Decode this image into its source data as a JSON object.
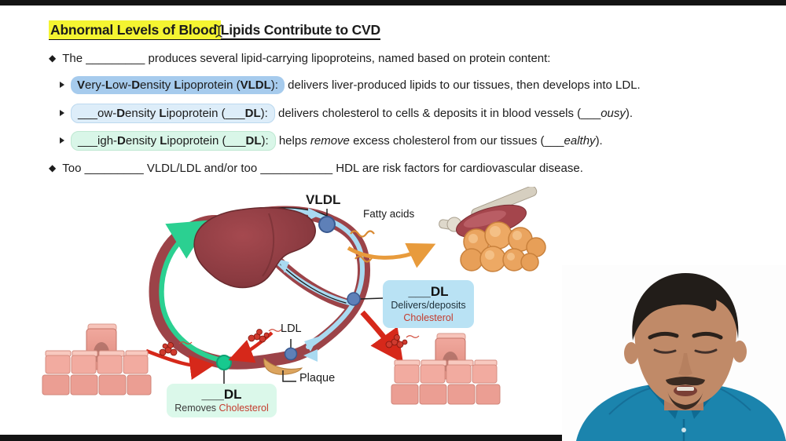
{
  "colors": {
    "highlight_yellow": "#f4f431",
    "pill_vldl": "#a6cbed",
    "pill_ldl": "#ddedf9",
    "pill_hdl": "#d9f6e8",
    "box_blue": "#b9e2f4",
    "box_green": "#dbf8ea",
    "cholesterol_red": "#c43b2d",
    "vessel_red": "#9c4348",
    "vessel_inner_blue": "#a9daf1",
    "hdl_green": "#2bd091",
    "arrow_red": "#d6281a",
    "arrow_orange": "#e89b3c"
  },
  "slide": {
    "title": {
      "highlighted": "Abnormal Levels of Blood ",
      "rest": "Lipids Contribute to CVD"
    },
    "line1": "The _________ produces several lipid-carrying lipoproteins, named based on protein content:",
    "pill_vldl_segments": [
      [
        "b",
        "V"
      ],
      [
        "n",
        "ery-"
      ],
      [
        "b",
        "L"
      ],
      [
        "n",
        "ow-"
      ],
      [
        "b",
        "D"
      ],
      [
        "n",
        "ensity "
      ],
      [
        "b",
        "L"
      ],
      [
        "n",
        "ipoprotein ("
      ],
      [
        "b",
        "VLDL"
      ],
      [
        "n",
        "):"
      ]
    ],
    "rest_vldl": " delivers liver-produced lipids to our tissues, then develops into LDL.",
    "pill_ldl_segments": [
      [
        "n",
        "___ow-"
      ],
      [
        "b",
        "D"
      ],
      [
        "n",
        "ensity "
      ],
      [
        "b",
        "L"
      ],
      [
        "n",
        "ipoprotein (___"
      ],
      [
        "b",
        "DL"
      ],
      [
        "n",
        "):"
      ]
    ],
    "rest_ldl_segments": [
      [
        "n",
        " delivers cholesterol to cells & deposits it in blood vessels (___"
      ],
      [
        "i",
        "ousy"
      ],
      [
        "n",
        ")."
      ]
    ],
    "pill_hdl_segments": [
      [
        "n",
        "___igh-"
      ],
      [
        "b",
        "D"
      ],
      [
        "n",
        "ensity "
      ],
      [
        "b",
        "L"
      ],
      [
        "n",
        "ipoprotein (___"
      ],
      [
        "b",
        "DL"
      ],
      [
        "n",
        "):"
      ]
    ],
    "rest_hdl_segments": [
      [
        "n",
        " helps "
      ],
      [
        "i",
        "remove"
      ],
      [
        "n",
        " excess cholesterol from our tissues (___"
      ],
      [
        "i",
        "ealthy"
      ],
      [
        "n",
        ")."
      ]
    ],
    "line5": "Too _________ VLDL/LDL and/or too ___________ HDL are risk factors for cardiovascular disease."
  },
  "diagram": {
    "vldl_label": "VLDL",
    "fatty_acids_label": "Fatty acids",
    "ldl_label": "LDL",
    "plaque_label": "Plaque",
    "blue_box": {
      "line1_segments": [
        [
          "n",
          "___"
        ],
        [
          "b",
          "DL"
        ]
      ],
      "line2": "Delivers/deposits",
      "line3": "Cholesterol"
    },
    "green_box": {
      "line1_segments": [
        [
          "n",
          "___"
        ],
        [
          "b",
          "DL"
        ]
      ],
      "line2_segments": [
        [
          "n",
          "Removes "
        ],
        [
          "r",
          "Cholesterol"
        ]
      ]
    }
  }
}
